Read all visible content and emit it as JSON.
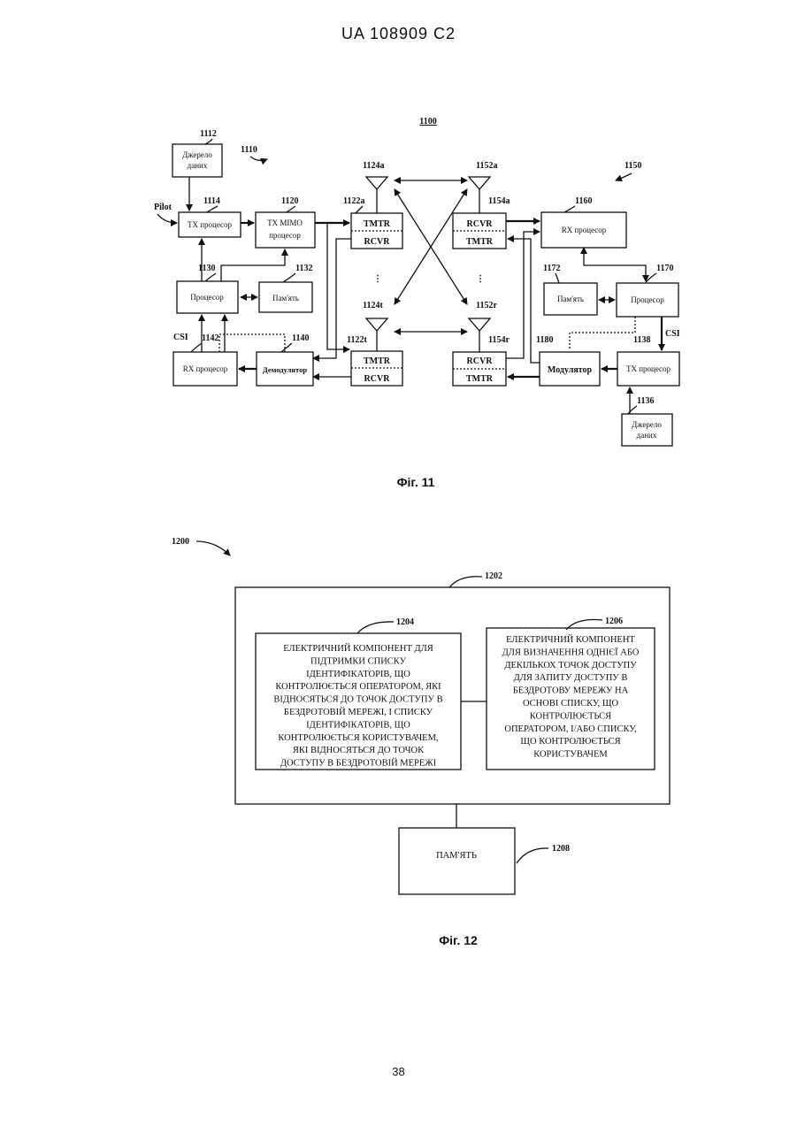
{
  "header": "UA   108909   C2",
  "page_number": "38",
  "fig11": {
    "ref_main": "1100",
    "caption": "Фіг. 11",
    "ref_1110": "1110",
    "ref_1150": "1150",
    "pilot": "Pilot",
    "csi_left": "CSI",
    "csi_right": "CSI",
    "ref_1112": "1112",
    "data_src_l1": "Джерело",
    "data_src_l2": "даних",
    "ref_1114": "1114",
    "tx_proc": "TX процесор",
    "ref_1120": "1120",
    "tx_mimo_l1": "TX MIMO",
    "tx_mimo_l2": "процесор",
    "ref_1130": "1130",
    "proc_left": "Процесор",
    "ref_1132": "1132",
    "mem_left": "Пам'ять",
    "ref_1142": "1142",
    "rx_proc_left": "RX процесор",
    "ref_1140": "1140",
    "demod": "Демодулятор",
    "ref_1122a": "1122a",
    "ref_1122t": "1122t",
    "tmtr": "TMTR",
    "rcvr": "RCVR",
    "ref_1124a": "1124a",
    "ref_1124t": "1124t",
    "ref_1152a": "1152a",
    "ref_1152r": "1152r",
    "ref_1154a": "1154a",
    "ref_1154r": "1154r",
    "ref_1160": "1160",
    "rx_proc_right": "RX процесор",
    "ref_1170": "1170",
    "proc_right": "Процесор",
    "ref_1172": "1172",
    "mem_right": "Пам'ять",
    "ref_1180": "1180",
    "mod": "Модулятор",
    "ref_1138": "1138",
    "tx_proc_right": "TX процесор",
    "ref_1136": "1136"
  },
  "fig12": {
    "ref_main": "1200",
    "ref_1202": "1202",
    "ref_1204": "1204",
    "ref_1206": "1206",
    "ref_1208": "1208",
    "box1204": [
      "ЕЛЕКТРИЧНИЙ КОМПОНЕНТ ДЛЯ",
      "ПІДТРИМКИ СПИСКУ",
      "ІДЕНТИФІКАТОРІВ, ЩО",
      "КОНТРОЛЮЄТЬСЯ ОПЕРАТОРОМ, ЯКІ",
      "ВІДНОСЯТЬСЯ ДО ТОЧОК ДОСТУПУ В",
      "БЕЗДРОТОВІЙ МЕРЕЖІ, І СПИСКУ",
      "ІДЕНТИФІКАТОРІВ, ЩО",
      "КОНТРОЛЮЄТЬСЯ КОРИСТУВАЧЕМ,",
      "ЯКІ ВІДНОСЯТЬСЯ ДО ТОЧОК",
      "ДОСТУПУ В БЕЗДРОТОВІЙ МЕРЕЖІ"
    ],
    "box1206": [
      "ЕЛЕКТРИЧНИЙ КОМПОНЕНТ",
      "ДЛЯ ВИЗНАЧЕННЯ ОДНІЄЇ АБО",
      "ДЕКІЛЬКОХ ТОЧОК ДОСТУПУ",
      "ДЛЯ ЗАПИТУ ДОСТУПУ В",
      "БЕЗДРОТОВУ МЕРЕЖУ НА",
      "ОСНОВІ СПИСКУ, ЩО",
      "КОНТРОЛЮЄТЬСЯ",
      "ОПЕРАТОРОМ, І/АБО СПИСКУ,",
      "ЩО КОНТРОЛЮЄТЬСЯ",
      "КОРИСТУВАЧЕМ"
    ],
    "memory": "ПАМ'ЯТЬ",
    "caption": "Фіг. 12"
  }
}
